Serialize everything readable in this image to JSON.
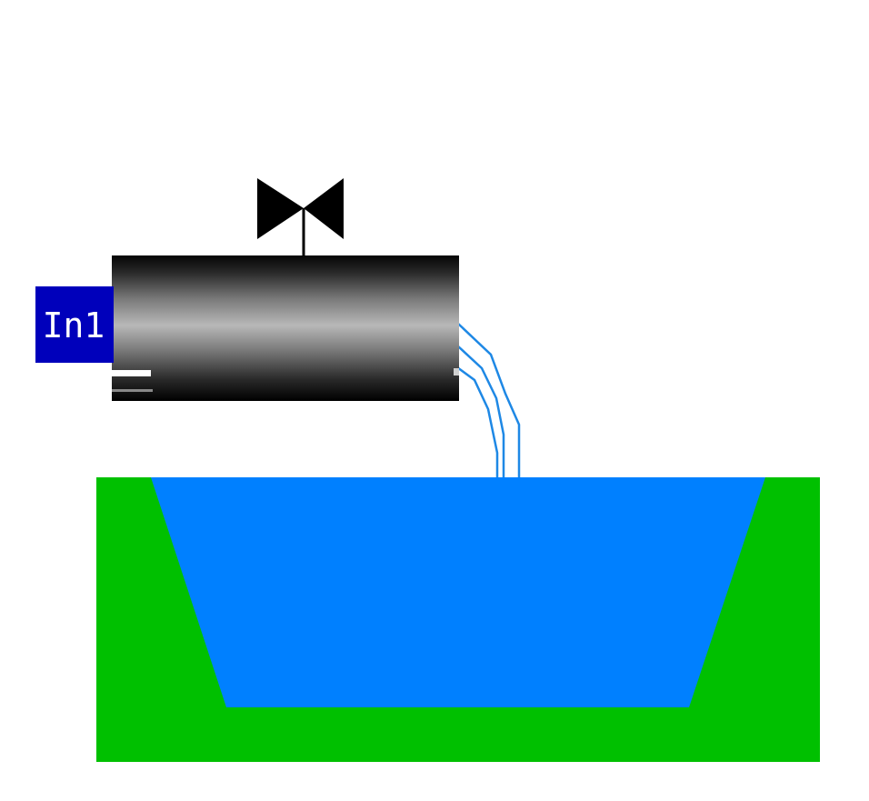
{
  "input_port": {
    "label": "In1",
    "fill_color": "#0000BB",
    "text_color": "#FFFFFF"
  },
  "valve": {
    "icon": "valve-icon",
    "color": "#000000"
  },
  "pipe": {
    "shading": "metallic-gradient",
    "dark_color": "#050505",
    "light_color": "#B8B8B8"
  },
  "water_stream": {
    "color": "#1E88E5",
    "strands": 3
  },
  "basin": {
    "ground_color": "#00C000",
    "water_color": "#0080FF"
  }
}
